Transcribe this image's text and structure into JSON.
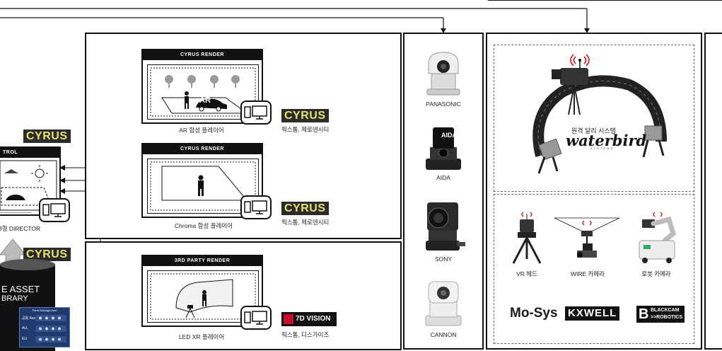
{
  "left": {
    "brand_top": "CYRUS",
    "control_title": "TROL",
    "director_caption": "3형 DIRECTOR",
    "brand_bottom": "CYRUS",
    "asset_line1": "E ASSET",
    "asset_line2": "BRARY",
    "panel_title": "Panel Management",
    "panel_rows": [
      "공용 Asset",
      "ALL",
      "ELI"
    ]
  },
  "renders": [
    {
      "header": "CYRUS RENDER",
      "caption": "AR 합성 플레이어",
      "brand": "CYRUS",
      "sub": "픽스톰, 제로덴시티",
      "ar_label": "AR"
    },
    {
      "header": "CYRUS RENDER",
      "caption": "Chroma 합성 플레이어",
      "brand": "CYRUS",
      "sub": "픽스톰, 제로덴시티"
    },
    {
      "header": "3RD PARTY RENDER",
      "caption": "LED XR 플레이어",
      "brand": "7D VISION",
      "sub": "픽스톰, 디스가이즈"
    }
  ],
  "cameras": [
    "PANASONIC",
    "AIDA",
    "SONY",
    "CANNON"
  ],
  "aida_badge": "AIDA",
  "dolly": {
    "caption": "원격 달리 시스템",
    "logo": "waterbird",
    "logo_sub": "SYSTEMS"
  },
  "robots": [
    {
      "caption": "VR 헤드"
    },
    {
      "caption": "WIRE 카메라"
    },
    {
      "caption": "로봇 카메라"
    }
  ],
  "brands": {
    "mosys": "Mo-Sys",
    "kxwell": "KXWELL",
    "blackcam_b": "B",
    "blackcam_1": "BLACKCAM",
    "blackcam_2": ">>ROBOTICS"
  }
}
